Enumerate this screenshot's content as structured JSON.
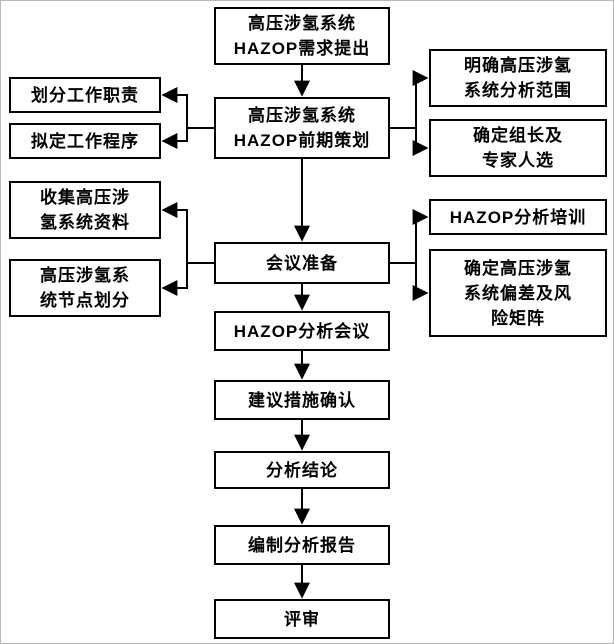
{
  "diagram": {
    "type": "flowchart",
    "language": "zh-CN",
    "topic": "HAZOP analysis workflow for high-pressure hydrogen system",
    "colors": {
      "box_border": "#000000",
      "box_fill": "#ffffff",
      "line": "#000000",
      "text": "#000000"
    },
    "nodes": {
      "demand": {
        "text": "高压涉氢系统\nHAZOP需求提出"
      },
      "planning": {
        "text": "高压涉氢系统\nHAZOP前期策划"
      },
      "meeting_prep": {
        "text": "会议准备"
      },
      "hazop_meeting": {
        "text": "HAZOP分析会议"
      },
      "measures": {
        "text": "建议措施确认"
      },
      "conclusion": {
        "text": "分析结论"
      },
      "report": {
        "text": "编制分析报告"
      },
      "review": {
        "text": "评审"
      },
      "duty": {
        "text": "划分工作职责"
      },
      "procedure": {
        "text": "拟定工作程序"
      },
      "collect_data": {
        "text": "收集高压涉\n氢系统资料"
      },
      "node_division": {
        "text": "高压涉氢系\n统节点划分"
      },
      "scope": {
        "text": "明确高压涉氢\n系统分析范围"
      },
      "leader": {
        "text": "确定组长及\n专家人选"
      },
      "training": {
        "text": "HAZOP分析培训"
      },
      "deviation_matrix": {
        "text": "确定高压涉氢\n系统偏差及风\n险矩阵"
      }
    },
    "edges": [
      "demand -> planning",
      "planning -> duty",
      "planning -> procedure",
      "planning -> scope",
      "planning -> leader",
      "planning -> meeting_prep",
      "meeting_prep -> collect_data",
      "meeting_prep -> node_division",
      "meeting_prep -> training",
      "meeting_prep -> deviation_matrix",
      "meeting_prep -> hazop_meeting",
      "hazop_meeting -> measures",
      "measures -> conclusion",
      "conclusion -> report",
      "report -> review"
    ]
  }
}
